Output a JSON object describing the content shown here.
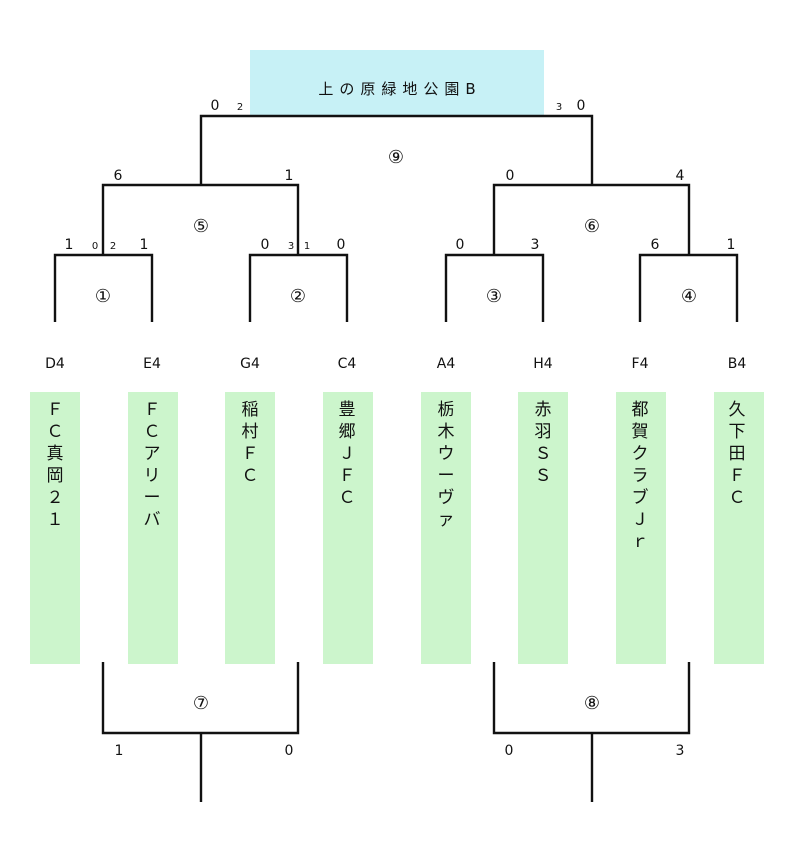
{
  "venue": "上の原緑地公園B",
  "match_numbers": [
    "①",
    "②",
    "③",
    "④",
    "⑤",
    "⑥",
    "⑦",
    "⑧",
    "⑨"
  ],
  "teams": [
    {
      "seed": "D4",
      "name": "ＦＣ真岡２１"
    },
    {
      "seed": "E4",
      "name": "ＦＣアリーバ"
    },
    {
      "seed": "G4",
      "name": "稲村ＦＣ"
    },
    {
      "seed": "C4",
      "name": "豊郷ＪＦＣ"
    },
    {
      "seed": "A4",
      "name": "栃木ウーヴァ"
    },
    {
      "seed": "H4",
      "name": "赤羽ＳＳ"
    },
    {
      "seed": "F4",
      "name": "都賀クラブＪｒ"
    },
    {
      "seed": "B4",
      "name": "久下田ＦＣ"
    }
  ],
  "scores": {
    "m1": {
      "left": "1",
      "left_pk": "0",
      "right_pk": "2",
      "right": "1"
    },
    "m2": {
      "left": "0",
      "left_pk": "3",
      "right_pk": "1",
      "right": "0"
    },
    "m3": {
      "left": "0",
      "right": "3"
    },
    "m4": {
      "left": "6",
      "right": "1"
    },
    "m5": {
      "left": "6",
      "right": "1"
    },
    "m6": {
      "left": "0",
      "right": "4"
    },
    "m7": {
      "left": "1",
      "right": "0"
    },
    "m8": {
      "left": "0",
      "right": "3"
    },
    "m9": {
      "left": "0",
      "left_pk": "2",
      "right_pk": "3",
      "right": "0"
    }
  }
}
